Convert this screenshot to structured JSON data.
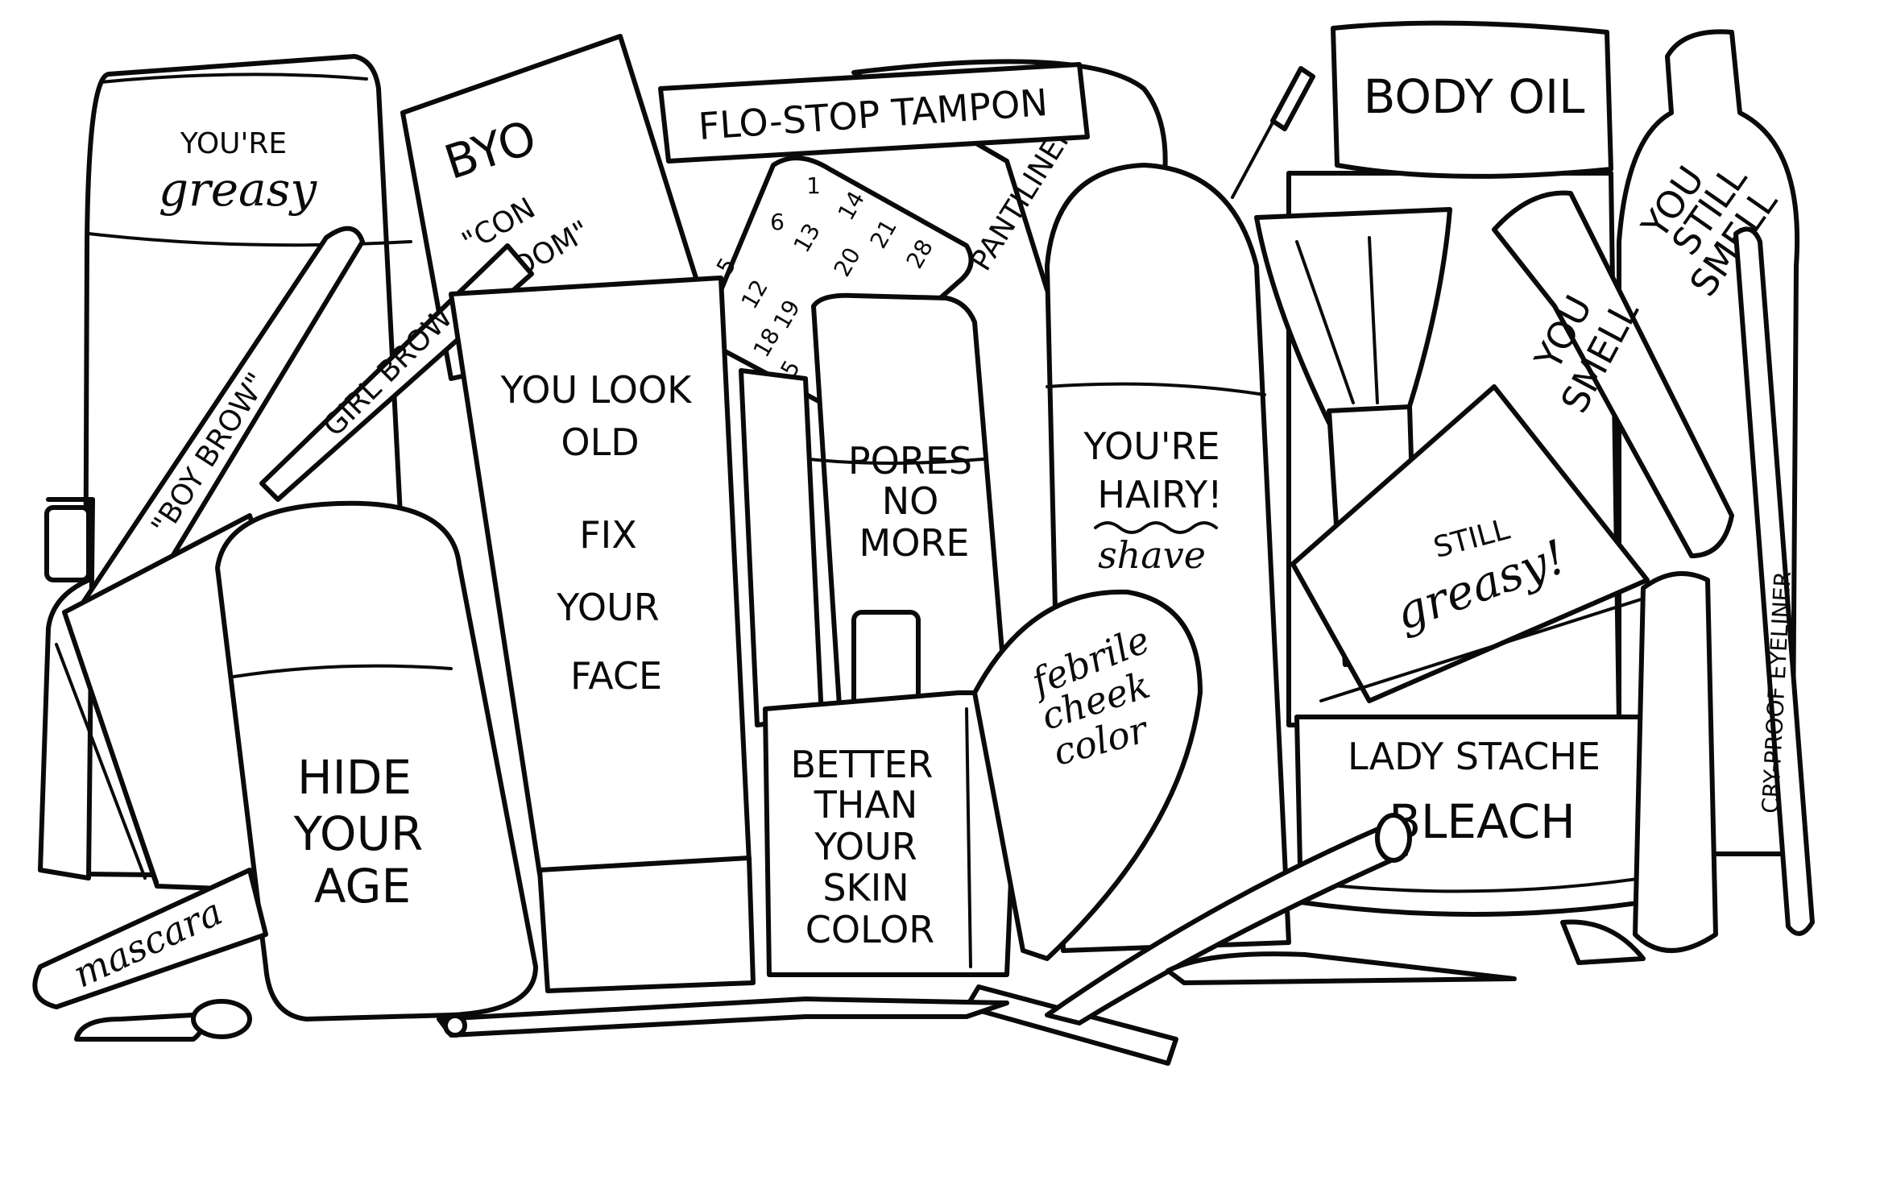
{
  "illustration": {
    "style": "black ink line drawing of cosmetic and hygiene products with satirical labels",
    "ink_color": "#0a0a0a",
    "paper_color": "#ffffff",
    "products": {
      "greasy_can": {
        "line1": "YOU'RE",
        "line2": "greasy"
      },
      "condom_wrapper": {
        "brand": "BYO",
        "line1": "\"CON",
        "line2": "DOM\""
      },
      "tampon": {
        "label": "FLO-STOP TAMPON"
      },
      "pantiliner": {
        "label": "PANTILINER"
      },
      "pill_pack": {
        "numbers": [
          "1",
          "14",
          "6",
          "13",
          "21",
          "20",
          "28",
          "5",
          "12",
          "19",
          "18",
          "25"
        ]
      },
      "boy_brow_pencil": {
        "label": "\"BOY BROW\""
      },
      "girl_brow_pencil": {
        "label": "GIRL BROW"
      },
      "fix_face_tube": {
        "line1": "YOU LOOK",
        "line2": "OLD",
        "line3": "FIX",
        "line4": "YOUR",
        "line5": "FACE"
      },
      "hide_age_stick": {
        "line1": "HIDE",
        "line2": "YOUR",
        "line3": "AGE"
      },
      "pores_bottle": {
        "line1": "PORES",
        "line2": "NO",
        "line3": "MORE"
      },
      "hairy_can": {
        "line1": "YOU'RE",
        "line2": "HAIRY!",
        "line3": "shave"
      },
      "body_oil": {
        "label": "BODY OIL"
      },
      "still_smell_bottle": {
        "line1": "YOU",
        "line2": "STILL",
        "line3": "SMELL"
      },
      "you_smell_stick": {
        "line1": "YOU",
        "line2": "SMELL"
      },
      "compact": {
        "line1": "STILL",
        "line2": "greasy!"
      },
      "foundation_bottle": {
        "line1": "BETTER",
        "line2": "THAN",
        "line3": "YOUR",
        "line4": "SKIN",
        "line5": "COLOR"
      },
      "blush_brush": {
        "line1": "febrile",
        "line2": "cheek",
        "line3": "color"
      },
      "bleach_jar": {
        "line1": "LADY STACHE",
        "line2": "BLEACH"
      },
      "eyeliner": {
        "label": "CRY-PROOF EYELINER"
      },
      "mascara": {
        "label": "mascara"
      }
    }
  }
}
